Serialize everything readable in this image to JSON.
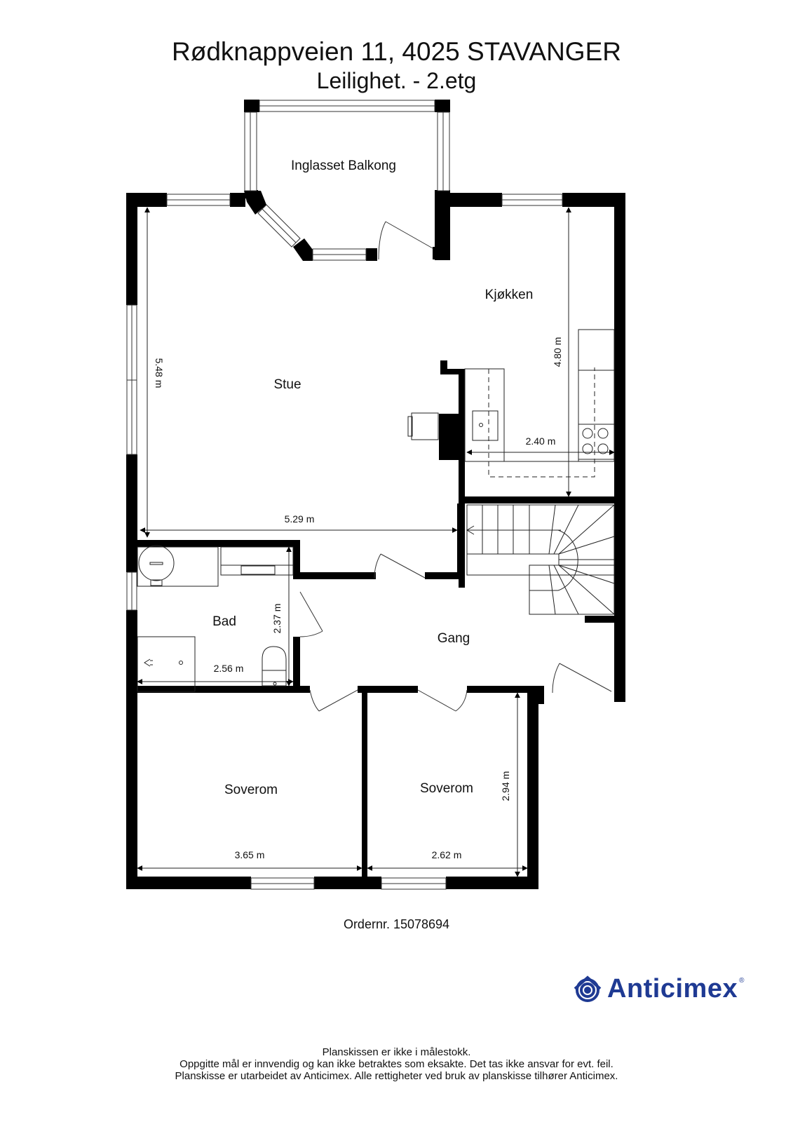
{
  "header": {
    "title": "Rødknappveien 11, 4025 STAVANGER",
    "subtitle": "Leilighet.  - 2.etg"
  },
  "rooms": {
    "balkong": "Inglasset Balkong",
    "stue": "Stue",
    "kjokken": "Kjøkken",
    "bad": "Bad",
    "gang": "Gang",
    "soverom1": "Soverom",
    "soverom2": "Soverom"
  },
  "dimensions": {
    "stue_height": "5.48 m",
    "stue_width": "5.29 m",
    "kjokken_height": "4.80 m",
    "kjokken_width": "2.40 m",
    "bad_height": "2.37 m",
    "bad_width": "2.56 m",
    "soverom1_width": "3.65 m",
    "soverom2_width": "2.62 m",
    "soverom2_height": "2.94 m"
  },
  "order": "Ordernr. 15078694",
  "logo": {
    "name": "Anticimex",
    "registered": "®",
    "color": "#1f3a93"
  },
  "footer": {
    "line1": "Planskissen er ikke i målestokk.",
    "line2": "Oppgitte mål er innvendig og kan ikke betraktes som eksakte. Det tas ikke ansvar for evt. feil.",
    "line3": "Planskisse er utarbeidet av Anticimex. Alle rettigheter ved bruk av planskisse tilhører Anticimex."
  }
}
